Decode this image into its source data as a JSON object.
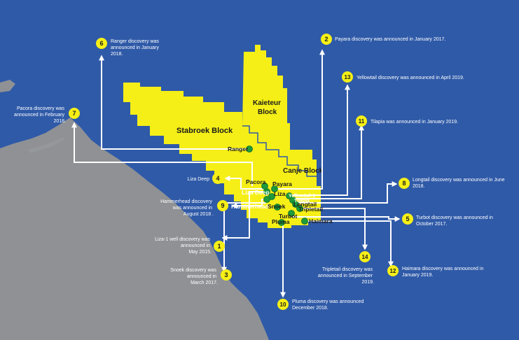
{
  "colors": {
    "ocean": "#2f5aa8",
    "land": "#8f9194",
    "block": "#f5ef17",
    "well": "#1d9a3c",
    "callout_badge": "#f5ef17",
    "leader_line": "#ffffff",
    "text_light": "#ffffff",
    "text_dark": "#1a1a1a"
  },
  "blocks": {
    "stabroek": "Stabroek Block",
    "kaieteur_line1": "Kaieteur",
    "kaieteur_line2": "Block",
    "canje": "Canje Block"
  },
  "wells": {
    "ranger": "Ranger",
    "pacora": "Pacora",
    "payara": "Payara",
    "liza_deep": "Liza Deep",
    "liza": "Liza",
    "yellowtail": "Yellowtail-1",
    "tilapia": "Tilapia",
    "longtail": "Longtail",
    "tripletail": "Tripletail",
    "hammerhead": "Hammerhead",
    "snoek": "Snoek",
    "turbot": "Turbot",
    "pluma": "Pluma",
    "haimara": "Haimara"
  },
  "callouts": {
    "c1": {
      "num": "1",
      "l1": "Liza-1 well discovery was",
      "l2": "announced in",
      "l3": "May 2015."
    },
    "c2": {
      "num": "2",
      "l1": "Payara discovery was announced in January 2017."
    },
    "c3": {
      "num": "3",
      "l1": "Snoek discovery was",
      "l2": "announced in",
      "l3": "March 2017."
    },
    "c4": {
      "num": "4",
      "l1": "Liza Deep"
    },
    "c5": {
      "num": "5",
      "l1": "Turbot discovery was announced in",
      "l2": "October 2017."
    },
    "c6": {
      "num": "6",
      "l1": "Ranger discovery was",
      "l2": "announced in January",
      "l3": "2018."
    },
    "c7": {
      "num": "7",
      "l1": "Pacora discovery was",
      "l2": "announced in February",
      "l3": "2018."
    },
    "c8": {
      "num": "8",
      "l1": "Longtail discovery was announced in June",
      "l2": "2018."
    },
    "c9": {
      "num": "9",
      "l1": "Hammerhead discovery",
      "l2": "was announced in",
      "l3": "August 2018 ."
    },
    "c10": {
      "num": "10",
      "l1": "Pluma discovery was announced",
      "l2": "December 2018."
    },
    "c11": {
      "num": "11",
      "l1": "Tilapia was announced in January 2019."
    },
    "c12": {
      "num": "12",
      "l1": "Haimara discovery was announced in",
      "l2": "January 2019."
    },
    "c13": {
      "num": "13",
      "l1": "Yellowtail discovery was announced in April 2019."
    },
    "c14": {
      "num": "14",
      "l1": "Tripletail discovery was",
      "l2": "announced in September",
      "l3": "2019."
    }
  }
}
